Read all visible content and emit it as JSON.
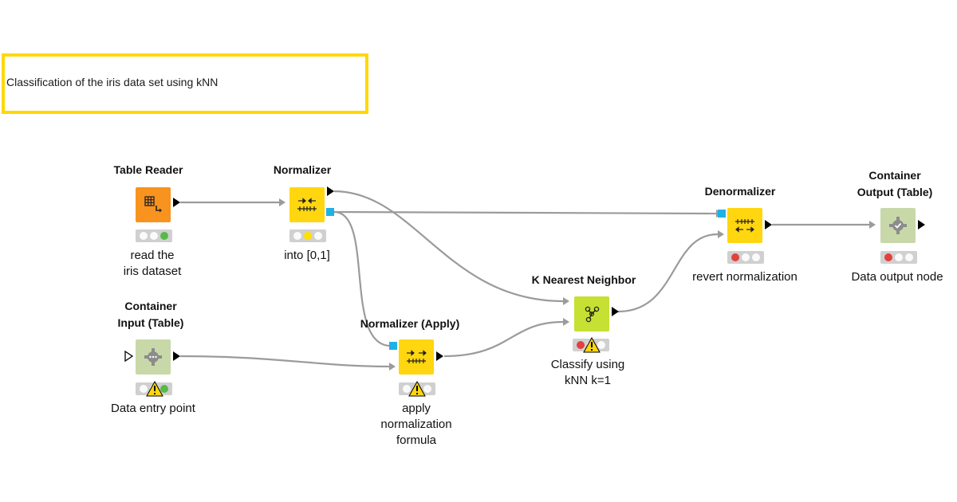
{
  "annotation": {
    "text": "Classification of the iris data set using kNN"
  },
  "nodes": {
    "table_reader": {
      "title": "Table Reader",
      "label": "read the\niris dataset",
      "color": "#F7931E",
      "icon": "table-reader-icon",
      "status": [
        "off",
        "off",
        "green"
      ]
    },
    "normalizer": {
      "title": "Normalizer",
      "label": "into [0,1]",
      "color": "#FFD60F",
      "icon": "normalizer-icon",
      "status": [
        "off",
        "yellow",
        "off"
      ]
    },
    "container_input": {
      "title": "Container\nInput (Table)",
      "label": "Data entry point",
      "color": "#C9D8A8",
      "icon": "gear-icon",
      "status": [
        "off",
        "warning",
        "green"
      ]
    },
    "normalizer_apply": {
      "title": "Normalizer (Apply)",
      "label": "apply\nnormalization\nformula",
      "color": "#FFD60F",
      "icon": "normalizer-apply-icon",
      "status": [
        "off",
        "warning",
        "off"
      ]
    },
    "knn": {
      "title": "K Nearest Neighbor",
      "label": "Classify using\nkNN k=1",
      "color": "#C6E033",
      "icon": "knn-icon",
      "status": [
        "red",
        "warning",
        "off"
      ]
    },
    "denormalizer": {
      "title": "Denormalizer",
      "label": "revert normalization",
      "color": "#FFD60F",
      "icon": "denormalizer-icon",
      "status": [
        "red",
        "off",
        "off"
      ]
    },
    "container_output": {
      "title": "Container\nOutput (Table)",
      "label": "Data output node",
      "color": "#C9D8A8",
      "icon": "gear-check-icon",
      "status": [
        "red",
        "off",
        "off"
      ]
    }
  }
}
